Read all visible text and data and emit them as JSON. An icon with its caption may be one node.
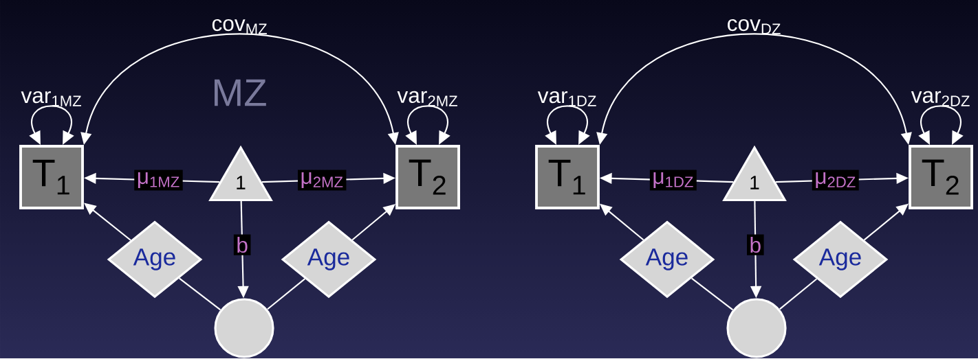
{
  "diagram": {
    "nodes": [
      {
        "text": [
          "T$_{1}$"
        ]
      },
      {
        "text": [
          "1"
        ]
      },
      {
        "text": [
          "T$_{2}$"
        ]
      },
      {
        "text": [
          "Age"
        ]
      },
      {
        "text": [
          "Age"
        ]
      },
      {
        "text": [],
        "shape": "circle"
      },
      {
        "text": [
          "T$_{1}$"
        ]
      },
      {
        "text": [
          "1"
        ]
      },
      {
        "text": [
          "T$_{2}$"
        ]
      },
      {
        "text": [
          "Age"
        ]
      },
      {
        "text": [
          "Age"
        ]
      },
      {
        "text": [],
        "shape": "circle"
      }
    ],
    "edges": [
      {
        "from": 0,
        "to": 0,
        "arrow": "both",
        "label": "var$_{1MZ}$"
      },
      {
        "from": 2,
        "to": 2,
        "arrow": "both",
        "label": "var$_{2MZ}$"
      },
      {
        "from": 0,
        "to": 2,
        "arrow": "both",
        "label": "cov$_{MZ}$"
      },
      {
        "from": 1,
        "to": 0,
        "arrow": "to",
        "label": "μ$_{1MZ}$"
      },
      {
        "from": 1,
        "to": 2,
        "arrow": "to",
        "label": "μ$_{2MZ}$"
      },
      {
        "from": 1,
        "to": 5,
        "arrow": "to",
        "label": "b"
      },
      {
        "from": 3,
        "to": 0,
        "arrow": "to"
      },
      {
        "from": 4,
        "to": 2,
        "arrow": "to"
      },
      {
        "from": 5,
        "to": 3,
        "arrow": "none"
      },
      {
        "from": 5,
        "to": 4,
        "arrow": "none"
      },
      {
        "from": 6,
        "to": 6,
        "arrow": "both",
        "label": "var$_{1DZ}$"
      },
      {
        "from": 8,
        "to": 8,
        "arrow": "both",
        "label": "var$_{2DZ}$"
      },
      {
        "from": 6,
        "to": 8,
        "arrow": "both",
        "label": "cov$_{DZ}$"
      },
      {
        "from": 7,
        "to": 6,
        "arrow": "to",
        "label": "μ$_{1DZ}$"
      },
      {
        "from": 7,
        "to": 8,
        "arrow": "to",
        "label": "μ$_{2DZ}$"
      },
      {
        "from": 7,
        "to": 11,
        "arrow": "to",
        "label": "b"
      },
      {
        "from": 9,
        "to": 6,
        "arrow": "to"
      },
      {
        "from": 10,
        "to": 8,
        "arrow": "to"
      },
      {
        "from": 11,
        "to": 9,
        "arrow": "none"
      },
      {
        "from": 11,
        "to": 10,
        "arrow": "none"
      }
    ],
    "labels": [
      "MZ"
    ]
  }
}
